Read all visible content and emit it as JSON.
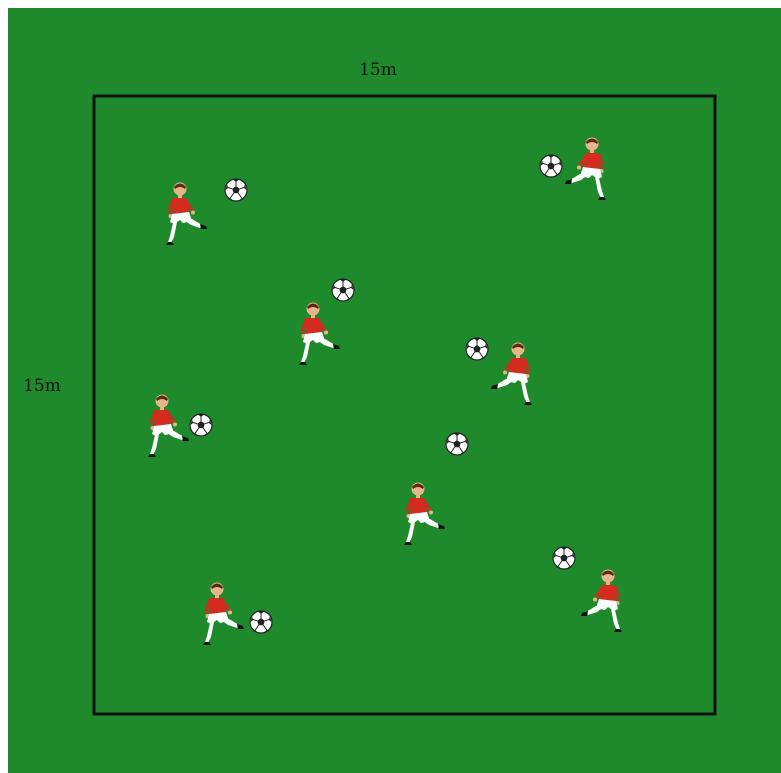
{
  "drill": {
    "width_label": "15m",
    "height_label": "15m",
    "players": [
      {
        "name": "player-top-left",
        "facing": "right"
      },
      {
        "name": "player-top-right",
        "facing": "left"
      },
      {
        "name": "player-center-left",
        "facing": "right"
      },
      {
        "name": "player-center-right",
        "facing": "left"
      },
      {
        "name": "player-mid-left",
        "facing": "right"
      },
      {
        "name": "player-lower-center",
        "facing": "right"
      },
      {
        "name": "player-bottom-left",
        "facing": "right"
      },
      {
        "name": "player-bottom-right",
        "facing": "left"
      }
    ],
    "ball_count": 8
  },
  "colors": {
    "grass": "#1e8a2c",
    "boundary": "#111111",
    "shirt": "#d42a1f",
    "shorts": "#ffffff",
    "skin": "#e8b48a",
    "hair": "#5a2a14",
    "ball": "#ffffff",
    "ball_patch": "#222222"
  },
  "icons": {
    "player": "soccer-player-icon",
    "ball": "soccer-ball-icon"
  }
}
